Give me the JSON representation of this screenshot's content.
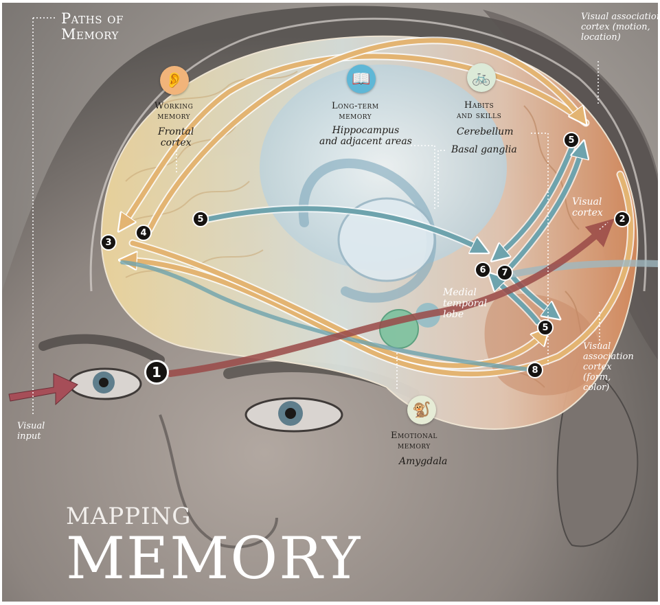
{
  "header": {
    "line1": "Paths of",
    "line2": "Memory"
  },
  "title": {
    "small": "MAPPING",
    "large": "MEMORY"
  },
  "colors": {
    "frontal": "#e8cf98",
    "occipital": "#dc9b6e",
    "inner": "#c7dbe4",
    "arrow_gold": "#e3b472",
    "arrow_teal": "#6ea3ad",
    "arrow_red": "#9a4a48",
    "badge": "#161311"
  },
  "icons": {
    "working": {
      "name": "ear-eye-icon",
      "glyph": "👂",
      "bg": "#f1b47a"
    },
    "longterm": {
      "name": "book-icon",
      "glyph": "📖",
      "bg": "#5fb7d6"
    },
    "habits": {
      "name": "bicycle-icon",
      "glyph": "🚲",
      "bg": "#dcead8"
    },
    "emotional": {
      "name": "monkey-icon",
      "glyph": "🐒",
      "bg": "#e6ecd6"
    }
  },
  "labels": {
    "working_title_1": "Working",
    "working_title_2": "memory",
    "working_sub_1": "Frontal",
    "working_sub_2": "cortex",
    "longterm_title_1": "Long-term",
    "longterm_title_2": "memory",
    "longterm_sub_1": "Hippocampus",
    "longterm_sub_2": "and adjacent areas",
    "habits_title_1": "Habits",
    "habits_title_2": "and skills",
    "cerebellum": "Cerebellum",
    "basal": "Basal ganglia",
    "vac_motion_1": "Visual association",
    "vac_motion_2": "cortex (motion,",
    "vac_motion_3": "location)",
    "visual_cortex_1": "Visual",
    "visual_cortex_2": "cortex",
    "medial_1": "Medial",
    "medial_2": "temporal",
    "medial_3": "lobe",
    "vac_form_1": "Visual",
    "vac_form_2": "association",
    "vac_form_3": "cortex",
    "vac_form_4": "(form,",
    "vac_form_5": "color)",
    "visual_input_1": "Visual",
    "visual_input_2": "input",
    "emotional_title_1": "Emotional",
    "emotional_title_2": "memory",
    "amygdala": "Amygdala"
  },
  "markers": {
    "m1": "1",
    "m2": "2",
    "m3": "3",
    "m4": "4",
    "m5a": "5",
    "m5b": "5",
    "m5c": "5",
    "m6": "6",
    "m7": "7",
    "m8": "8"
  }
}
